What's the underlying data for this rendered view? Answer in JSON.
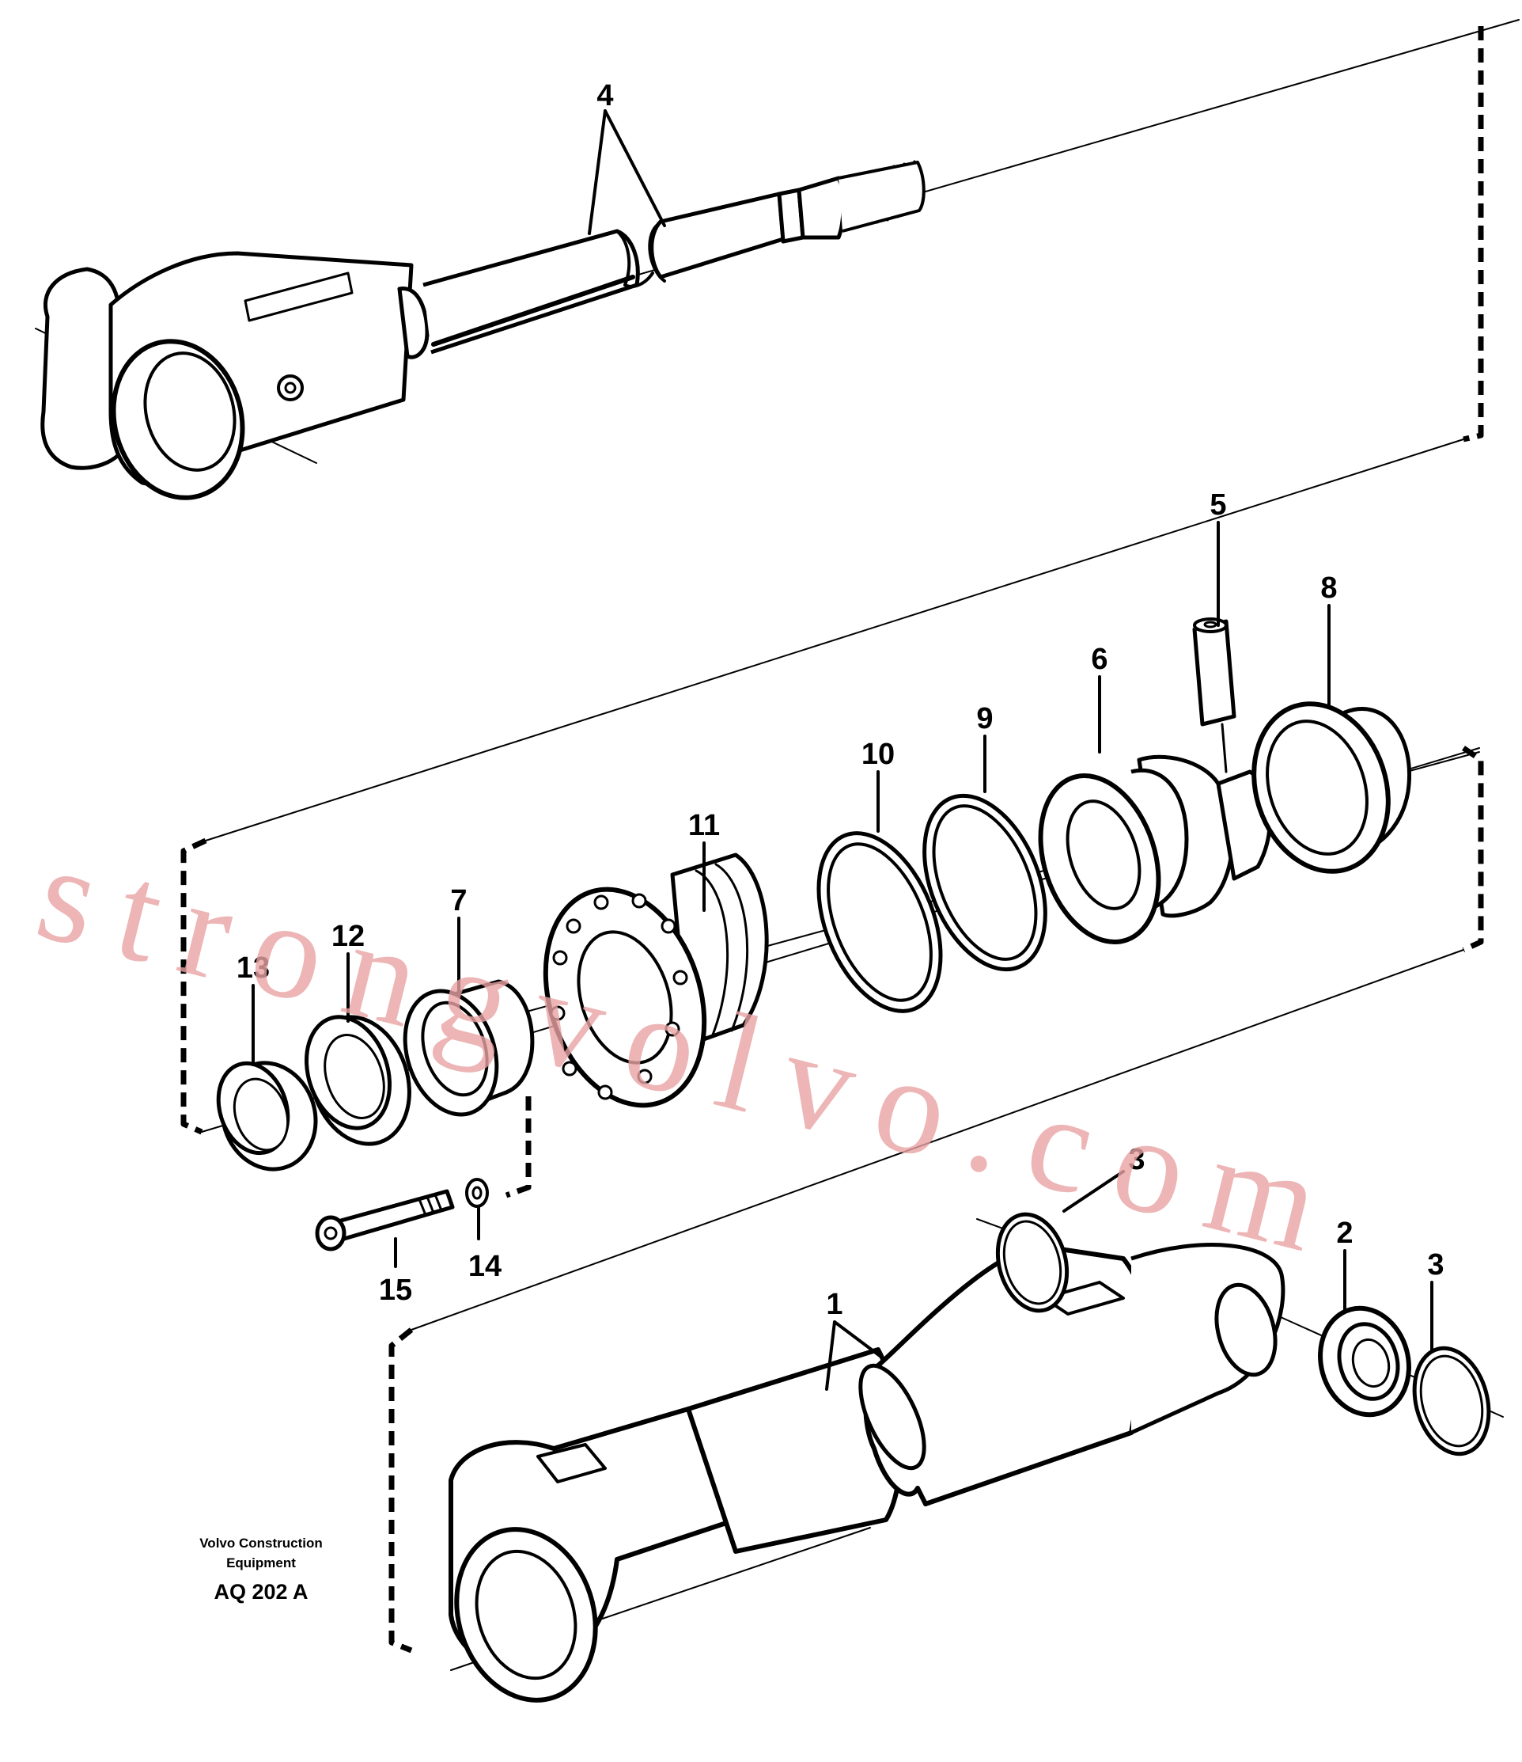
{
  "diagram": {
    "callouts": {
      "p1": "1",
      "p2": "2",
      "p3a": "3",
      "p3b": "3",
      "p4": "4",
      "p5": "5",
      "p6": "6",
      "p7": "7",
      "p8": "8",
      "p9": "9",
      "p10": "10",
      "p11": "11",
      "p12": "12",
      "p13": "13",
      "p14": "14",
      "p15": "15"
    },
    "credit_line1": "Volvo Construction",
    "credit_line2": "Equipment",
    "drawing_code": "AQ 202 A"
  },
  "watermark": {
    "text": "strongvolvo.com",
    "color": "#e8a2a2"
  }
}
